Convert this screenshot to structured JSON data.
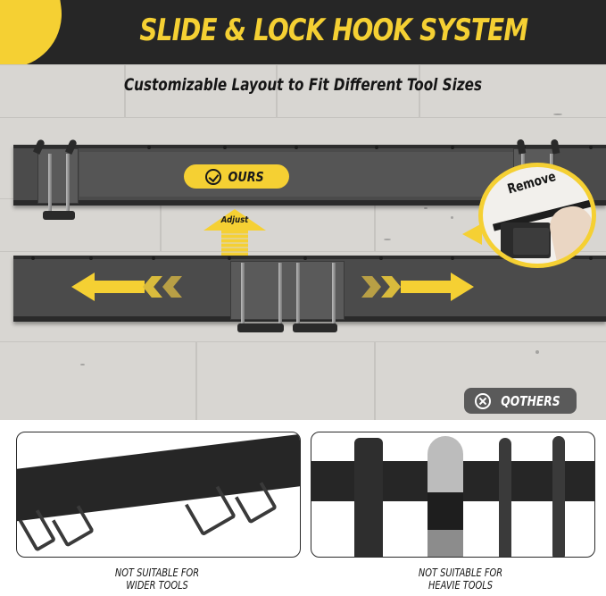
{
  "header": {
    "title": "SLIDE & LOCK HOOK SYSTEM",
    "subtitle": "Customizable Layout to Fit Different Tool Sizes"
  },
  "main": {
    "ours_badge": {
      "label": "OURS",
      "icon": "check-circle-icon"
    },
    "adjust_arrow": {
      "label": "Adjust",
      "icon": "arrow-up-icon"
    },
    "slide_arrows": {
      "left_icon": "arrow-left-icon",
      "right_icon": "arrow-right-icon"
    },
    "remove_callout": {
      "label": "Remove"
    },
    "others_badge": {
      "label": "QOTHERS",
      "icon": "x-circle-icon"
    }
  },
  "comparison": {
    "panels": [
      {
        "caption_line1": "NOT SUITABLE  FOR",
        "caption_line2": "WIDER TOOLS"
      },
      {
        "caption_line1": "NOT SUITABLE FOR",
        "caption_line2": "HEAVIE TOOLS"
      }
    ]
  },
  "colors": {
    "accent_yellow": "#f5d033",
    "header_dark": "#262626",
    "rail_gray": "#4b4b4b",
    "others_badge_gray": "#5a5a5a"
  }
}
